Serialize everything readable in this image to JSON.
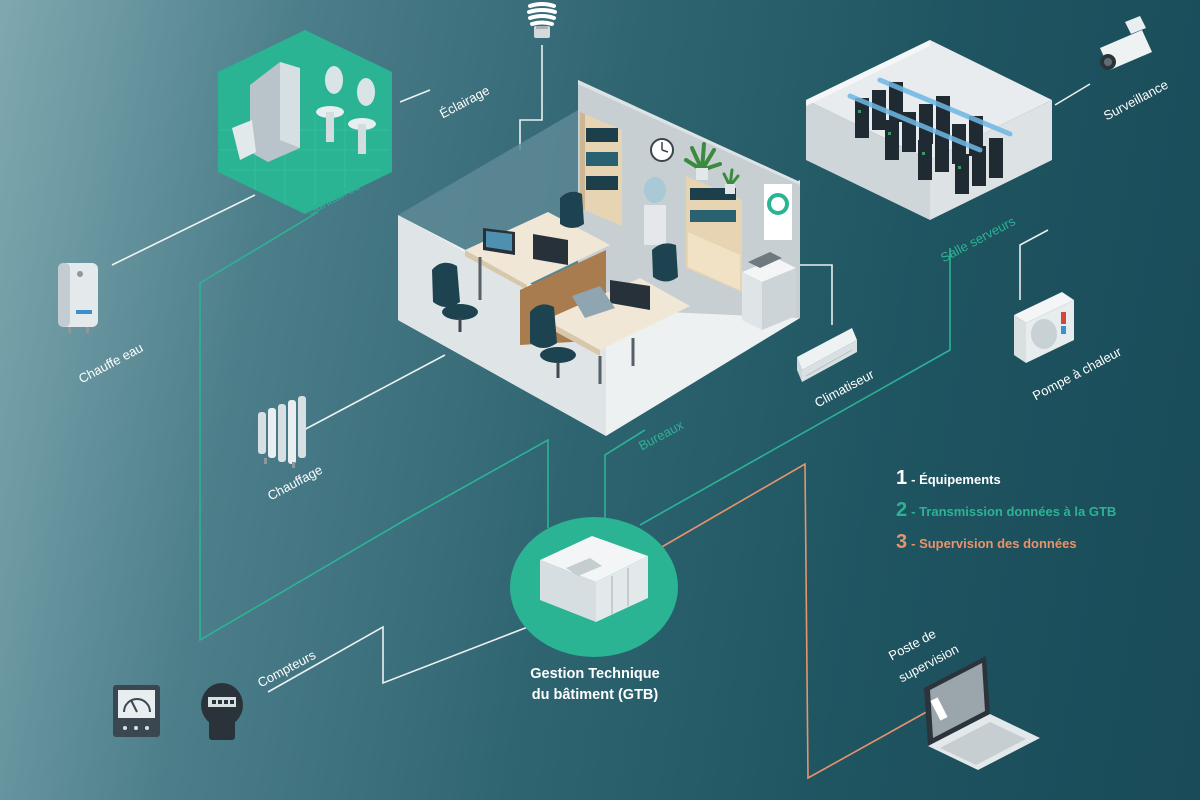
{
  "labels": {
    "eclairage": "Éclairage",
    "sanitaires": "Sanitaires",
    "chauffe_eau": "Chauffe eau",
    "chauffage": "Chauffage",
    "compteurs": "Compteurs",
    "bureaux": "Bureaux",
    "climatiseur": "Climatiseur",
    "salle_serveurs": "Salle serveurs",
    "surveillance": "Surveillance",
    "pompe": "Pompe à chaleur",
    "poste_line1": "Poste de",
    "poste_line2": "supervision"
  },
  "gtb": {
    "line1": "Gestion Technique",
    "line2": "du bâtiment (GTB)"
  },
  "legend": [
    {
      "num": "1",
      "text": "- Équipements",
      "color": "#ffffff"
    },
    {
      "num": "2",
      "text": "- Transmission données à la GTB",
      "color": "#2db394"
    },
    {
      "num": "3",
      "text": "- Supervision des données",
      "color": "#e8946a"
    }
  ],
  "colors": {
    "equipment_line": "#ffffff",
    "transmission_line": "#2db394",
    "supervision_line": "#e8946a",
    "background_dark": "#194b58",
    "background_light": "#7fa8b0"
  }
}
